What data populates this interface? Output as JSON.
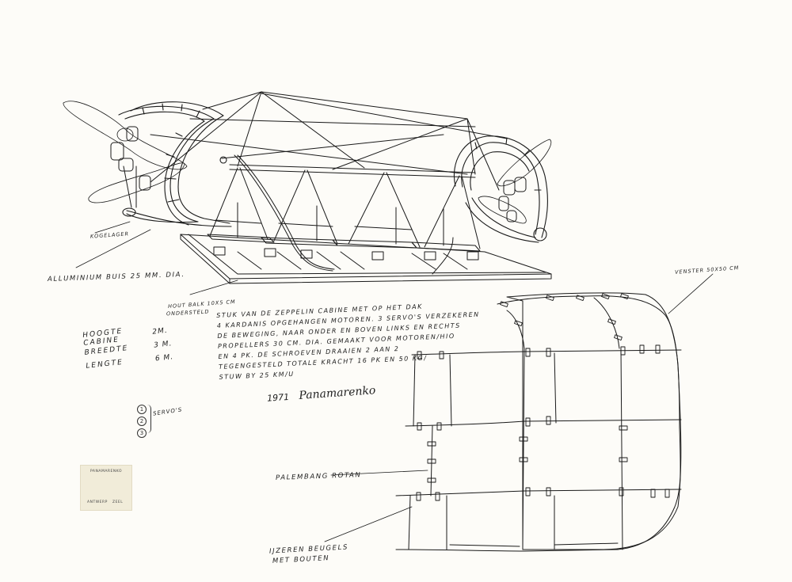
{
  "drawing": {
    "type": "technical ink sketch",
    "subject": "Zeppelin cabin with four propellers",
    "paper_color": "#fdfcf8",
    "ink_color": "#1a1a1a",
    "stamp_color": "#f1ecd9"
  },
  "labels": {
    "kogelager": "KOGELAGER",
    "aluminium": "ALLUMINIUM BUIS  25 MM. DIA.",
    "hout_balk_1": "HOUT BALK  10X5 CM",
    "hout_balk_2": "ONDERSTELD",
    "venster": "VENSTER  50X50 CM",
    "palembang": "PALEMBANG  ROTAN",
    "beugels_1": "IJZEREN  BEUGELS",
    "beugels_2": "MET  BOUTEN"
  },
  "description": {
    "lines": [
      "STUK  VAN  DE  ZEPPELIN  CABINE  MET  OP  HET  DAK",
      "4  KARDANIS  OPGEHANGEN  MOTOREN.   3  SERVO'S  VERZEKEREN",
      "DE  BEWEGING, NAAR  ONDER  EN BOVEN  LINKS EN  RECHTS",
      "PROPELLERS   30 CM.  DIA.  GEMAAKT VOOR  MOTOREN/HIO",
      "EN  4 PK.   DE  SCHROEVEN  DRAAIEN  2 AAN 2",
      "TEGENGESTELD     TOTALE  KRACHT   16 PK  EN  50 KG/",
      "STUW  BY  25 KM/U"
    ]
  },
  "dimensions": {
    "rows": [
      {
        "label": "HOOGTE  CABINE",
        "value": "2M."
      },
      {
        "label": "BREEDTE",
        "value": "3 M."
      },
      {
        "label": "LENGTE",
        "value": "6 M."
      }
    ]
  },
  "servos": {
    "items": [
      "1",
      "2",
      "3"
    ],
    "label": "SERVO'S"
  },
  "signature": {
    "year": "1971",
    "name": "Panamarenko"
  },
  "stamp": {
    "top_text": "PANAMARENKO",
    "bottom_left": "ANTWERP",
    "bottom_right": "ZEEL"
  }
}
